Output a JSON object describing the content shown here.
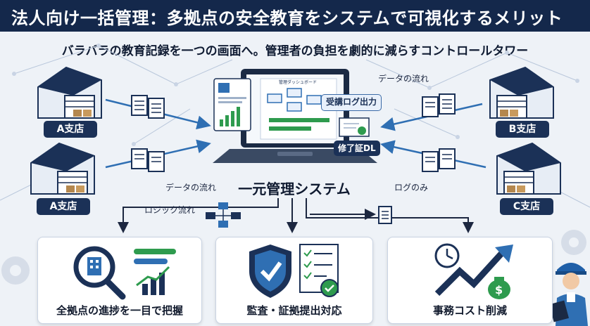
{
  "header": {
    "title": "法人向け一括管理：多拠点の安全教育をシステムで可視化するメリット"
  },
  "subtitle": "バラバラの教育記録を一つの画面へ。管理者の負担を劇的に減らすコントロールタワー",
  "branches": {
    "top_left": "A支店",
    "bottom_left": "A支店",
    "top_right": "B支店",
    "bottom_right": "C支店"
  },
  "edge_labels": {
    "data_flow_top": "データの流れ",
    "data_flow_left": "データの流れ",
    "log_only": "ログのみ",
    "logic_flow": "ロジック流れ"
  },
  "laptop": {
    "screen_title": "管理ダッシュボード",
    "badge_log": "受講ログ出力",
    "badge_cert": "修了証DL"
  },
  "system_title": "一元管理システム",
  "cards": [
    {
      "caption": "全拠点の進捗を一目で把握"
    },
    {
      "caption": "監査・証拠提出対応"
    },
    {
      "caption": "事務コスト削減"
    }
  ],
  "colors": {
    "navy": "#14284b",
    "accent_blue": "#2f6fb3",
    "green": "#2e9b4e",
    "bg": "#eef2f7"
  }
}
